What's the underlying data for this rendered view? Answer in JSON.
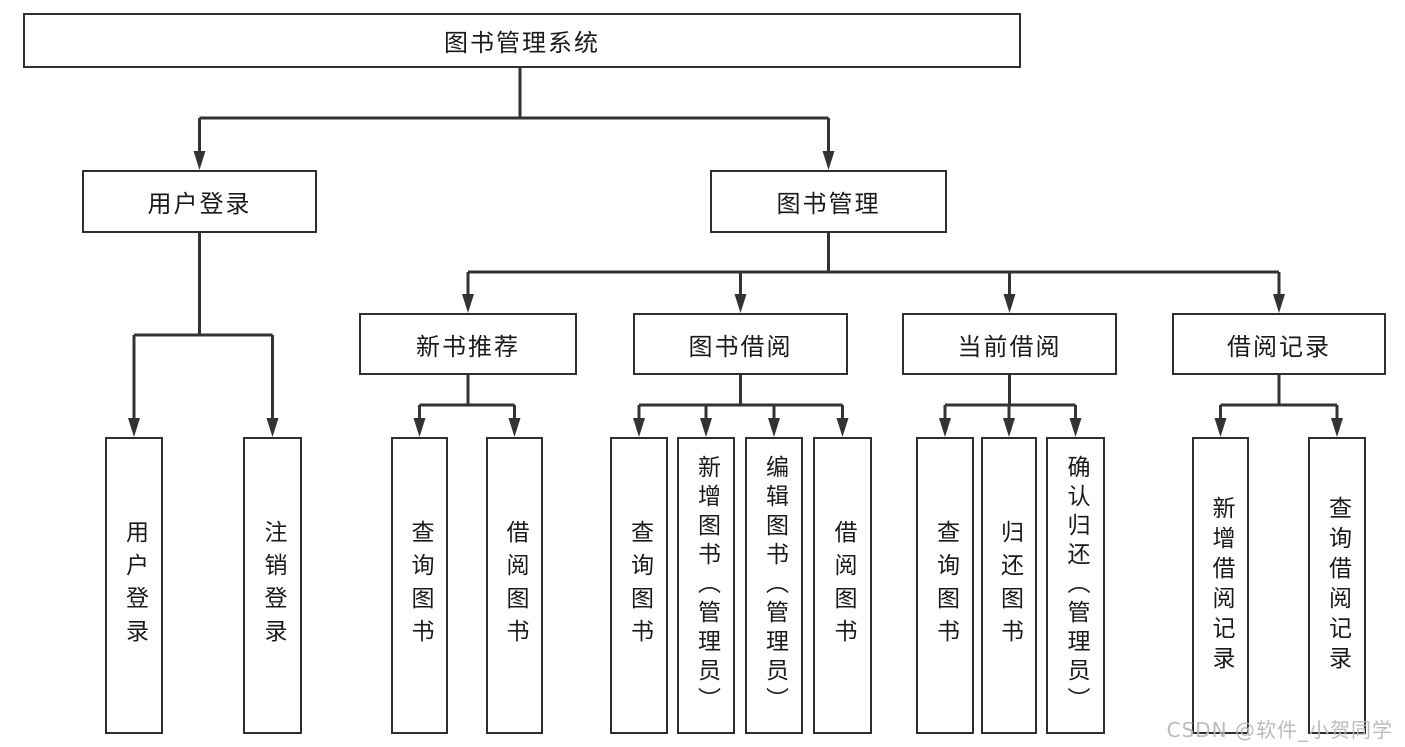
{
  "diagram": {
    "root": {
      "label": "图书管理系统"
    },
    "branches": {
      "user_login": {
        "label": "用户登录",
        "children": [
          {
            "label": "用户登录"
          },
          {
            "label": "注销登录"
          }
        ]
      },
      "book_management": {
        "label": "图书管理",
        "sections": {
          "new_book_recommend": {
            "label": "新书推荐",
            "children": [
              {
                "label": "查询图书"
              },
              {
                "label": "借阅图书"
              }
            ]
          },
          "book_borrowing": {
            "label": "图书借阅",
            "children": [
              {
                "label": "查询图书"
              },
              {
                "label": "新增图书（管理员）"
              },
              {
                "label": "编辑图书（管理员）"
              },
              {
                "label": "借阅图书"
              }
            ]
          },
          "current_borrowing": {
            "label": "当前借阅",
            "children": [
              {
                "label": "查询图书"
              },
              {
                "label": "归还图书"
              },
              {
                "label": "确认归还（管理员）"
              }
            ]
          },
          "borrowing_records": {
            "label": "借阅记录",
            "children": [
              {
                "label": "新增借阅记录"
              },
              {
                "label": "查询借阅记录"
              }
            ]
          }
        }
      }
    }
  },
  "watermark": {
    "text": "CSDN @软件_小贺同学"
  },
  "colors": {
    "line": "#333333",
    "box_border": "#2f2f2f",
    "text": "#1a1a1a",
    "background": "#ffffff",
    "watermark": "#b9b9b9"
  }
}
